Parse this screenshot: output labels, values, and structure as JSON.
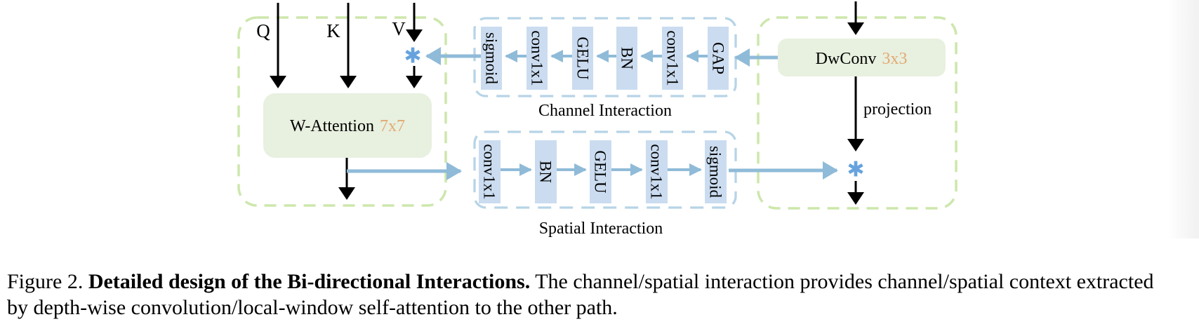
{
  "caption": {
    "prefix": "Figure 2.",
    "bold": "Detailed design of the Bi-directional Interactions.",
    "rest_line1": "The channel/spatial interaction provides channel/spatial context extracted",
    "line2": "by depth-wise convolution/local-window self-attention to the other path."
  },
  "diagram": {
    "attention_path": {
      "input_q": "Q",
      "input_k": "K",
      "input_v": "V",
      "block": "W-Attention",
      "kernel": "7x7",
      "multiply": "✱"
    },
    "conv_path": {
      "block": "DwConv",
      "kernel": "3x3",
      "projection": "projection",
      "multiply": "✱"
    },
    "channel_interaction": {
      "title": "Channel Interaction",
      "blocks": [
        "sigmoid",
        "conv1x1",
        "GELU",
        "BN",
        "conv1x1",
        "GAP"
      ]
    },
    "spatial_interaction": {
      "title": "Spatial Interaction",
      "blocks": [
        "conv1x1",
        "BN",
        "GELU",
        "conv1x1",
        "sigmoid"
      ]
    },
    "colors": {
      "path_box_fill": "#e8f0df",
      "path_box_border": "#cde7ac",
      "module_fill": "#cbdcf0",
      "module_border": "#b7d4e6",
      "arrow_blue": "#8fbbd8",
      "multiply_blue": "#66a3de",
      "kernel_orange": "#e2aa73",
      "arrow_black": "#000000"
    }
  }
}
